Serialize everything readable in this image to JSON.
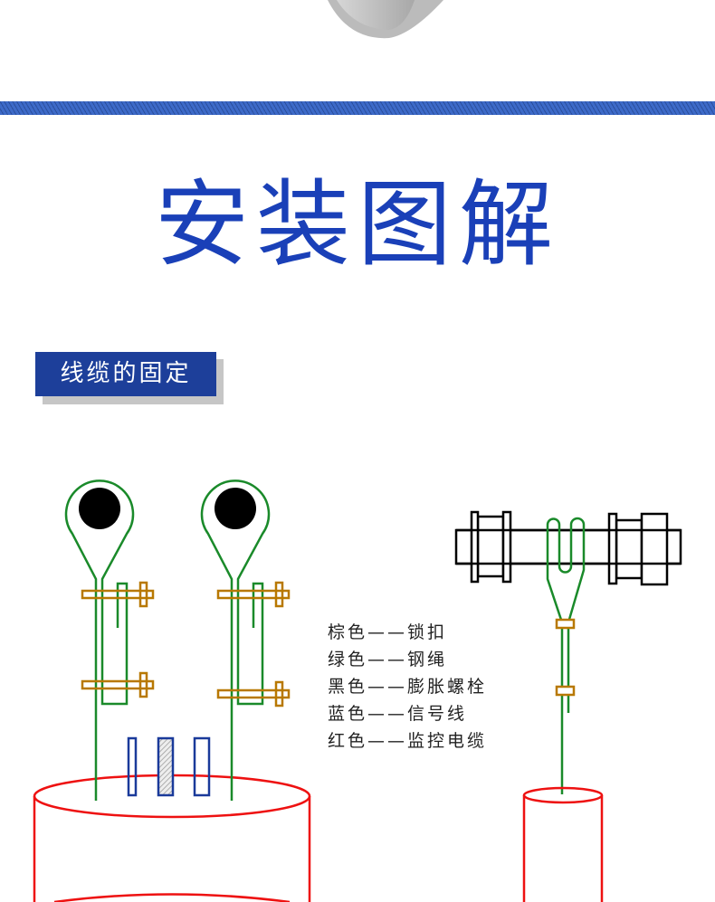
{
  "title": "安装图解",
  "section_badge": "线缆的固定",
  "legend": [
    "棕色——锁扣",
    "绿色——钢绳",
    "黑色——膨胀螺栓",
    "蓝色——信号线",
    "红色——监控电缆"
  ],
  "colors": {
    "brown": "#b87800",
    "green": "#1a8a2a",
    "black": "#000000",
    "blue": "#1a3a9a",
    "red": "#ee1111",
    "title": "#1a40b8"
  }
}
